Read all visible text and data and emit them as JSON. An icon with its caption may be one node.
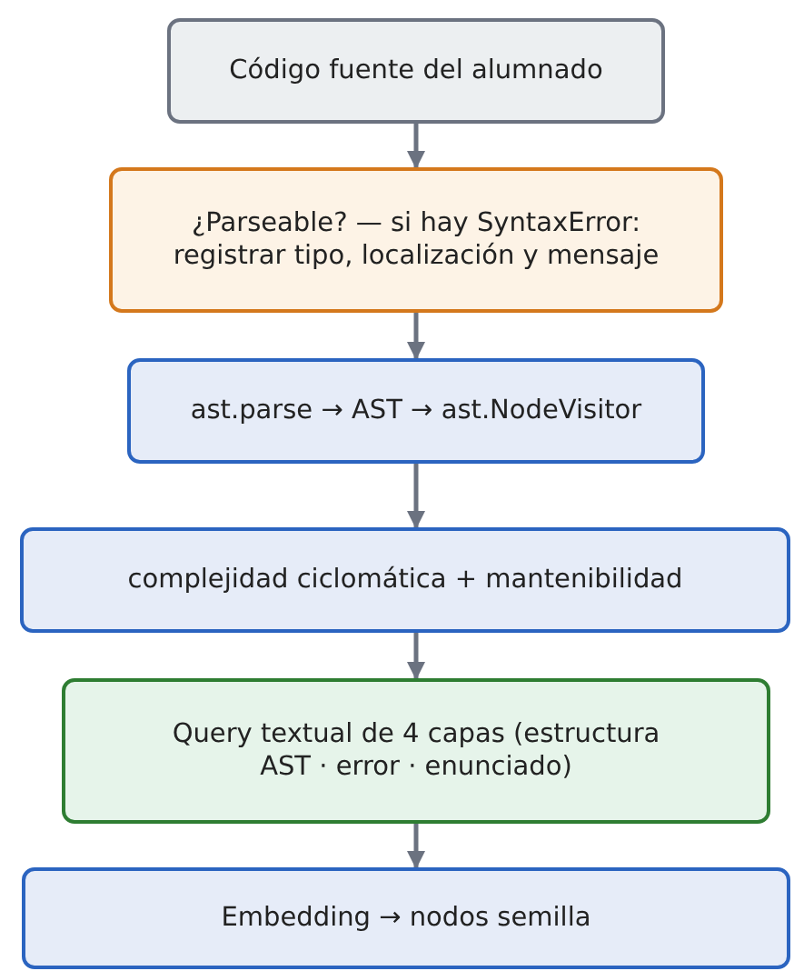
{
  "diagram": {
    "nodes": [
      {
        "text": [
          "Código fuente del alumnado"
        ]
      },
      {
        "text": [
          "¿Parseable?  —  si hay SyntaxError: registrar tipo, localización y mensaje"
        ]
      },
      {
        "text": [
          "ast.parse → AST → ast.NodeVisitor"
        ]
      },
      {
        "text": [
          "complejidad ciclomática + mantenibilidad"
        ]
      },
      {
        "text": [
          "Query textual de 4 capas (estructura AST · error · enunciado)"
        ]
      },
      {
        "text": [
          "Embedding → nodos semilla"
        ]
      }
    ],
    "edges": [
      {
        "from": 0,
        "to": 1,
        "arrow": "to"
      },
      {
        "from": 1,
        "to": 2,
        "arrow": "to"
      },
      {
        "from": 2,
        "to": 3,
        "arrow": "to"
      },
      {
        "from": 3,
        "to": 4,
        "arrow": "to"
      },
      {
        "from": 4,
        "to": 5,
        "arrow": "to"
      }
    ]
  }
}
